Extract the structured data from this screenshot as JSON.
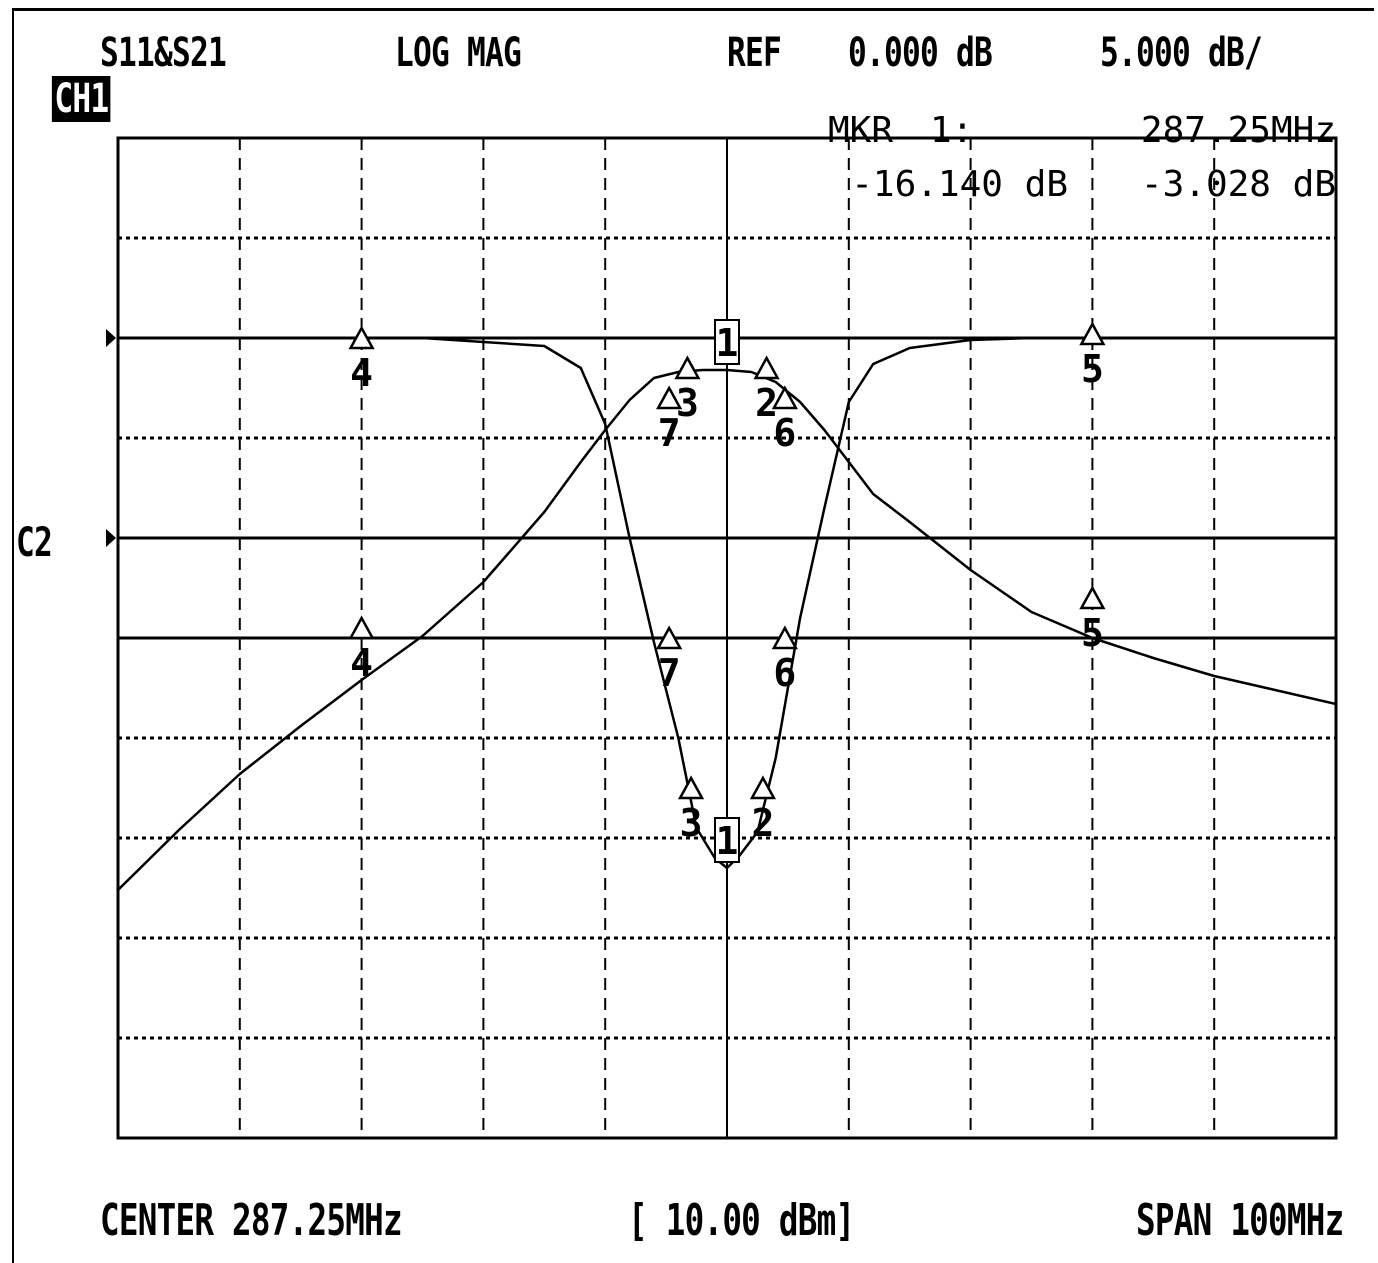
{
  "header": {
    "channel": "CH1",
    "params": "S11&S21",
    "format": "LOG MAG",
    "ref_label": "REF",
    "ref_value": "0.000 dB",
    "scale": "5.000 dB/"
  },
  "marker_readout": {
    "label": "MKR",
    "index": "1:",
    "frequency": "287.25MHz",
    "value_ch1": "-16.140 dB",
    "value_ch2": "-3.028 dB"
  },
  "side_label": "C2",
  "footer": {
    "center": "CENTER 287.25MHz",
    "power": "[ 10.00 dBm]",
    "span": "SPAN 100MHz"
  },
  "chart_data": {
    "type": "line",
    "x_unit": "MHz",
    "y_unit": "dB",
    "xlim": [
      237.25,
      337.25
    ],
    "ylim": [
      -40,
      10
    ],
    "grid": true,
    "reference_lines_y": [
      0,
      -10,
      -15
    ],
    "series": [
      {
        "name": "S21",
        "x": [
          237.25,
          242.25,
          247.25,
          252.25,
          257.25,
          262.25,
          267.25,
          272.25,
          275.25,
          277.25,
          279.25,
          281.25,
          283.25,
          285.25,
          287.25,
          289.25,
          291.25,
          293.25,
          295.25,
          297.25,
          299.25,
          302.25,
          307.25,
          312.25,
          317.25,
          322.25,
          327.25,
          332.25,
          337.25
        ],
        "values": [
          -27.6,
          -24.6,
          -21.8,
          -19.4,
          -17.1,
          -14.9,
          -12.2,
          -8.7,
          -6.2,
          -4.6,
          -3.1,
          -2.0,
          -1.7,
          -1.6,
          -1.6,
          -1.7,
          -2.2,
          -3.2,
          -4.6,
          -6.2,
          -7.8,
          -9.2,
          -11.6,
          -13.7,
          -15.0,
          -16.0,
          -16.9,
          -17.6,
          -18.3
        ]
      },
      {
        "name": "S11",
        "x": [
          257.25,
          262.25,
          267.25,
          272.25,
          275.25,
          277.25,
          279.25,
          281.25,
          283.25,
          284.75,
          286.25,
          287.25,
          288.25,
          289.75,
          291.25,
          293.25,
          295.25,
          297.25,
          299.25,
          302.25,
          307.25,
          312.25,
          317.25
        ],
        "values": [
          0.0,
          0.0,
          -0.2,
          -0.4,
          -1.5,
          -4.3,
          -10.0,
          -15.2,
          -20.0,
          -24.5,
          -26.0,
          -26.5,
          -25.9,
          -24.7,
          -21.0,
          -14.0,
          -8.5,
          -3.2,
          -1.3,
          -0.5,
          -0.1,
          0.0,
          0.0
        ]
      }
    ],
    "markers": [
      {
        "label": "1",
        "x": 287.25,
        "y": -1.6,
        "series": "S21",
        "active": true
      },
      {
        "label": "2",
        "x": 290.5,
        "y": -2.0,
        "series": "S21"
      },
      {
        "label": "3",
        "x": 284.0,
        "y": -2.0,
        "series": "S21"
      },
      {
        "label": "7",
        "x": 282.5,
        "y": -3.5,
        "series": "S21"
      },
      {
        "label": "6",
        "x": 292.0,
        "y": -3.5,
        "series": "S21"
      },
      {
        "label": "4",
        "x": 257.25,
        "y": -15.0,
        "series": "S21"
      },
      {
        "label": "5",
        "x": 317.25,
        "y": -13.5,
        "series": "S21"
      },
      {
        "label": "1",
        "x": 287.25,
        "y": -26.5,
        "series": "S11",
        "active": true
      },
      {
        "label": "2",
        "x": 290.2,
        "y": -23.0,
        "series": "S11"
      },
      {
        "label": "3",
        "x": 284.3,
        "y": -23.0,
        "series": "S11"
      },
      {
        "label": "7",
        "x": 282.5,
        "y": -15.5,
        "series": "S11"
      },
      {
        "label": "6",
        "x": 292.0,
        "y": -15.5,
        "series": "S11"
      },
      {
        "label": "4",
        "x": 257.25,
        "y": -0.5,
        "series": "S11"
      },
      {
        "label": "5",
        "x": 317.25,
        "y": -0.3,
        "series": "S11"
      }
    ]
  }
}
